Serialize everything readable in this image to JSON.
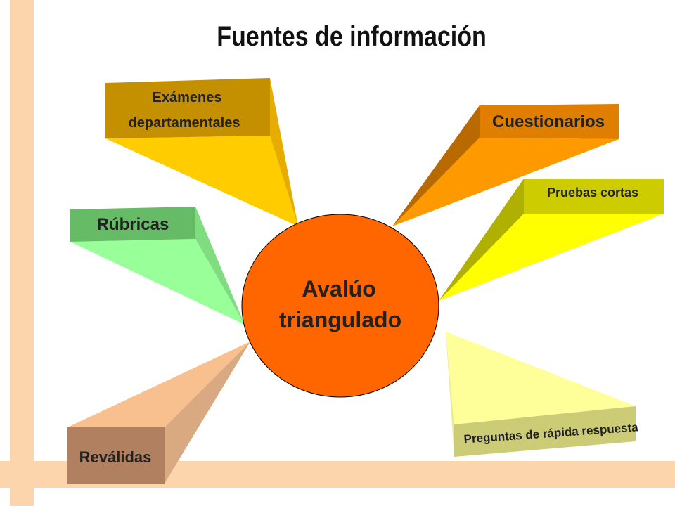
{
  "title": "Fuentes de información",
  "center": {
    "line1": "Avalúo",
    "line2": "triangulado",
    "color": "#ff6600"
  },
  "sources": {
    "examenes": {
      "line1": "Exámenes",
      "line2": "departamentales"
    },
    "cuestionarios": "Cuestionarios",
    "pruebas": "Pruebas cortas",
    "rubricas": "Rúbricas",
    "revalidas": "Reválidas",
    "preguntas": "Preguntas de rápida respuesta"
  },
  "colors": {
    "background_bars": "#fcd5ad",
    "examenes": "#ffcc00",
    "cuestionarios": "#ff9900",
    "pruebas": "#ffff00",
    "rubricas": "#99ff99",
    "revalidas": "#f8c08e",
    "preguntas": "#ffff99"
  }
}
